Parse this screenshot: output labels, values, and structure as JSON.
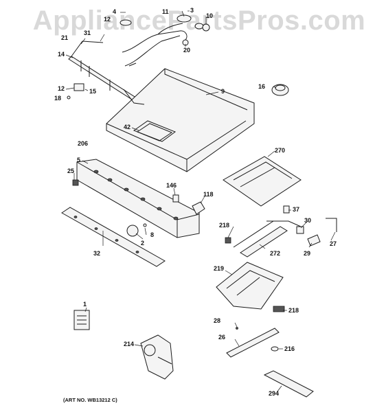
{
  "watermark": "AppliancePartsPros.com",
  "art_number": "(ART NO. WB13212 C)",
  "part_numbers": {
    "p4": "4",
    "p3": "3",
    "p11": "11",
    "p10": "10",
    "p12": "12",
    "p21": "21",
    "p31": "31",
    "p20": "20",
    "p14": "14",
    "p9": "9",
    "p16": "16",
    "p12b": "12",
    "p15": "15",
    "p18": "18",
    "p42": "42",
    "p206": "206",
    "p270": "270",
    "p5": "5",
    "p25": "25",
    "p146": "146",
    "p118": "118",
    "p37": "37",
    "p30": "30",
    "p218": "218",
    "p272": "272",
    "p2": "2",
    "p8": "8",
    "p29": "29",
    "p27": "27",
    "p32": "32",
    "p219": "219",
    "p1": "1",
    "p28": "28",
    "p218b": "218",
    "p214": "214",
    "p26": "26",
    "p216": "216",
    "p294": "294"
  }
}
